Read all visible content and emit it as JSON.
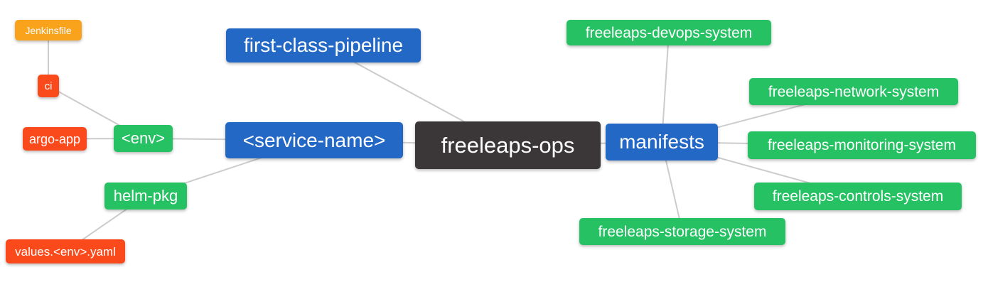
{
  "palette": {
    "blue": "#2368c4",
    "green": "#25c163",
    "red": "#fa4a1b",
    "orange": "#f9a21c",
    "dark": "#3b3738",
    "edge": "#cccccc",
    "background": "#ffffff",
    "text": "#ffffff"
  },
  "diagram": {
    "type": "mindmap",
    "root_label": "freeleaps-ops",
    "nodes": [
      {
        "id": "freeleaps-ops",
        "label": "freeleaps-ops",
        "color": "dark"
      },
      {
        "id": "first-class-pipeline",
        "label": "first-class-pipeline",
        "color": "blue"
      },
      {
        "id": "service-name",
        "label": "<service-name>",
        "color": "blue"
      },
      {
        "id": "manifests",
        "label": "manifests",
        "color": "blue"
      },
      {
        "id": "env",
        "label": "<env>",
        "color": "green"
      },
      {
        "id": "helm-pkg",
        "label": "helm-pkg",
        "color": "green"
      },
      {
        "id": "ci",
        "label": "ci",
        "color": "red"
      },
      {
        "id": "argo-app",
        "label": "argo-app",
        "color": "red"
      },
      {
        "id": "jenkinsfile",
        "label": "Jenkinsfile",
        "color": "orange"
      },
      {
        "id": "values-env-yaml",
        "label": "values.<env>.yaml",
        "color": "red"
      },
      {
        "id": "freeleaps-devops-system",
        "label": "freeleaps-devops-system",
        "color": "green"
      },
      {
        "id": "freeleaps-network-system",
        "label": "freeleaps-network-system",
        "color": "green"
      },
      {
        "id": "freeleaps-monitoring-system",
        "label": "freeleaps-monitoring-system",
        "color": "green"
      },
      {
        "id": "freeleaps-controls-system",
        "label": "freeleaps-controls-system",
        "color": "green"
      },
      {
        "id": "freeleaps-storage-system",
        "label": "freeleaps-storage-system",
        "color": "green"
      }
    ],
    "edges": [
      {
        "from": "jenkinsfile",
        "to": "ci"
      },
      {
        "from": "ci",
        "to": "env"
      },
      {
        "from": "argo-app",
        "to": "env"
      },
      {
        "from": "env",
        "to": "service-name"
      },
      {
        "from": "helm-pkg",
        "to": "service-name"
      },
      {
        "from": "helm-pkg",
        "to": "values-env-yaml"
      },
      {
        "from": "service-name",
        "to": "freeleaps-ops"
      },
      {
        "from": "first-class-pipeline",
        "to": "freeleaps-ops"
      },
      {
        "from": "freeleaps-ops",
        "to": "manifests"
      },
      {
        "from": "manifests",
        "to": "freeleaps-devops-system"
      },
      {
        "from": "manifests",
        "to": "freeleaps-network-system"
      },
      {
        "from": "manifests",
        "to": "freeleaps-monitoring-system"
      },
      {
        "from": "manifests",
        "to": "freeleaps-controls-system"
      },
      {
        "from": "manifests",
        "to": "freeleaps-storage-system"
      }
    ]
  }
}
